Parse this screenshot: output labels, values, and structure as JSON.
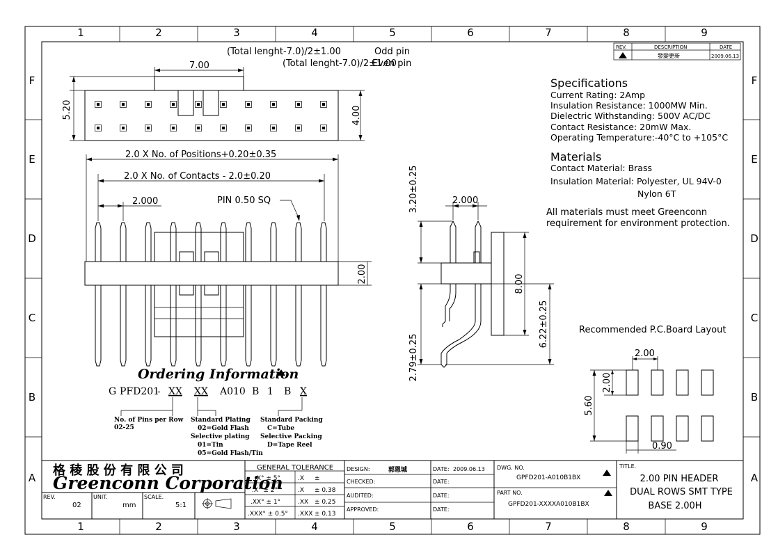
{
  "border": {
    "columns": [
      "1",
      "2",
      "3",
      "4",
      "5",
      "6",
      "7",
      "8",
      "9"
    ],
    "rows": [
      "F",
      "E",
      "D",
      "C",
      "B",
      "A"
    ]
  },
  "revision_table": {
    "headers": [
      "REV.",
      "DESCRIPTION",
      "DATE"
    ],
    "row": {
      "description": "發變更新",
      "date": "2009.06.13"
    }
  },
  "top_view": {
    "odd_pin_formula": "(Total lenght-7.0)/2±1.00",
    "odd_pin_label": "Odd pin",
    "even_pin_formula": "(Total lenght-7.0)/2±1.00",
    "even_pin_label": "Even pin",
    "dim_700": "7.00",
    "dim_520": "5.20",
    "dim_400": "4.00"
  },
  "front_view": {
    "dim_positions": "2.0 X No. of Positions+0.20±0.35",
    "dim_contacts": "2.0 X No. of Contacts - 2.0±0.20",
    "dim_pitch": "2.000",
    "pin_note": "PIN 0.50 SQ",
    "dim_200": "2.00"
  },
  "side_view": {
    "dim_320": "3.20±0.25",
    "dim_pitch": "2.000",
    "dim_800": "8.00",
    "dim_622": "6.22±0.25",
    "dim_279": "2.79±0.25"
  },
  "specifications": {
    "title": "Specifications",
    "lines": [
      "Current Rating:  2Amp",
      "Insulation Resistance: 1000MW Min.",
      "Dielectric Withstanding:  500V AC/DC",
      "Contact Resistance:  20mW Max.",
      "Operating Temperature:-40°C to +105°C"
    ]
  },
  "materials": {
    "title": "Materials",
    "contact": "Contact Material: Brass",
    "insulation": "Insulation Material: Polyester, UL 94V-0",
    "insulation2": "Nylon 6T",
    "note1": "All materials must meet Greenconn",
    "note2": "requirement for environment protection."
  },
  "pcb_layout": {
    "title": "Recommended P.C.Board Layout",
    "dim_200a": "2.00",
    "dim_200b": "2.00",
    "dim_560": "5.60",
    "dim_090": "0.90"
  },
  "ordering": {
    "title": "Ordering Information",
    "code": [
      "G",
      "PFD201",
      "-",
      "XX",
      "XX",
      "A010",
      "B",
      "1",
      "B",
      "X"
    ],
    "pins_label": "No. of Pins per Row",
    "pins_range": "02-25",
    "plating": [
      "Standard Plating",
      "02=Gold Flash",
      "Selective plating",
      "01=Tin",
      "05=Gold Flash/Tin"
    ],
    "packing": [
      "Standard Packing",
      "C=Tube",
      "Selective Packing",
      "D=Tape Reel"
    ]
  },
  "title_block": {
    "company_cn": "格 稜 股 份 有 限 公 司",
    "company_en": "Greenconn Corporation",
    "rev_label": "REV.",
    "rev_value": "02",
    "unit_label": "UNIT.",
    "unit_value": "mm",
    "scale_label": "SCALE.",
    "scale_value": "5:1",
    "tolerance_title": "GENERAL TOLERANCE",
    "tolerance_rows": [
      [
        ".X° ± 5°",
        ".X",
        "±"
      ],
      [
        ".X° ± 2°",
        ".X",
        "± 0.38"
      ],
      [
        ".XX° ± 1°",
        ".XX",
        "± 0.25"
      ],
      [
        ".XXX° ± 0.5°",
        ".XXX",
        "± 0.13"
      ]
    ],
    "design_label": "DESIGN:",
    "design_value": "郭恩城",
    "checked_label": "CHECKED:",
    "audited_label": "AUDITED:",
    "approved_label": "APPROVED:",
    "date_label": "DATE:",
    "date_value": "2009.06.13",
    "dwg_label": "DWG. NO.",
    "dwg_value": "GPFD201-A010B1BX",
    "part_label": "PART NO.",
    "part_value": "GPFD201-XXXXA010B1BX",
    "title_label": "TITLE.",
    "title_lines": [
      "2.00 PIN HEADER",
      "DUAL ROWS SMT TYPE",
      "BASE 2.00H"
    ]
  }
}
